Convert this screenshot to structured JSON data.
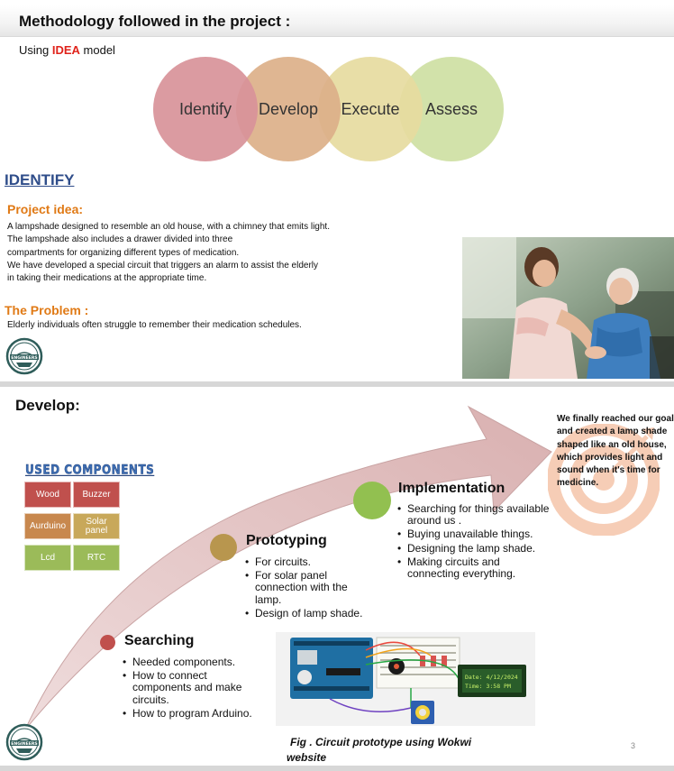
{
  "slide1": {
    "title": "Methodology followed in the project :",
    "subtitle_prefix": "Using ",
    "subtitle_highlight": "IDEA",
    "subtitle_suffix": " model",
    "model_steps": [
      {
        "label": "Identify",
        "color": "#d9939a"
      },
      {
        "label": "Develop",
        "color": "#ddb089"
      },
      {
        "label": "Execute",
        "color": "#e7dca0"
      },
      {
        "label": "Assess",
        "color": "#cfe0a3"
      }
    ],
    "identify_heading": "IDENTIFY",
    "project_idea_heading": "Project idea:",
    "project_idea_lines": [
      "A lampshade designed to resemble an old house,  with a chimney that emits light.",
      "The lampshade also includes a drawer divided into three",
      "compartments for organizing different types of medication.",
      "We have developed a special circuit that triggers an alarm to assist the elderly",
      "in taking their medications at the appropriate time."
    ],
    "problem_heading": "The Problem  :",
    "problem_text": "Elderly individuals often struggle to remember their medication schedules.",
    "logo_text": "ENGINEERS"
  },
  "slide2": {
    "title": "Develop:",
    "components_title": "USED  COMPONENTS",
    "components": [
      {
        "label": "Wood",
        "color": "#c0504d"
      },
      {
        "label": "Buzzer",
        "color": "#c0504d"
      },
      {
        "label": "Aurduino",
        "color": "#c8884e"
      },
      {
        "label": "Solar panel",
        "color": "#c8a85a"
      },
      {
        "label": "Lcd",
        "color": "#9bbb59"
      },
      {
        "label": "RTC",
        "color": "#9bbb59"
      }
    ],
    "stages": [
      {
        "title": "Searching",
        "dot_color": "#c0504d",
        "items": [
          "Needed components.",
          "How to connect components and make circuits.",
          "How to program Arduino."
        ]
      },
      {
        "title": "Prototyping",
        "dot_color": "#b8964e",
        "items": [
          "For circuits.",
          "For solar panel connection with the lamp.",
          "Design of lamp shade."
        ]
      },
      {
        "title": "Implementation",
        "dot_color": "#92c050",
        "items": [
          "Searching for things available around us .",
          "Buying unavailable things.",
          "Designing the lamp shade.",
          "Making circuits and connecting everything."
        ]
      }
    ],
    "goal_text": "We finally reached our goal and created a lamp  shade shaped like an old house, which  provides light and sound when it's time for medicine.",
    "lcd_line1": "Date: 4/12/2024",
    "lcd_line2": "Time: 3:58 PM",
    "figure_caption": "Fig . Circuit prototype using Wokwi website",
    "page_number": "3",
    "logo_text": "ENGINEERS"
  }
}
